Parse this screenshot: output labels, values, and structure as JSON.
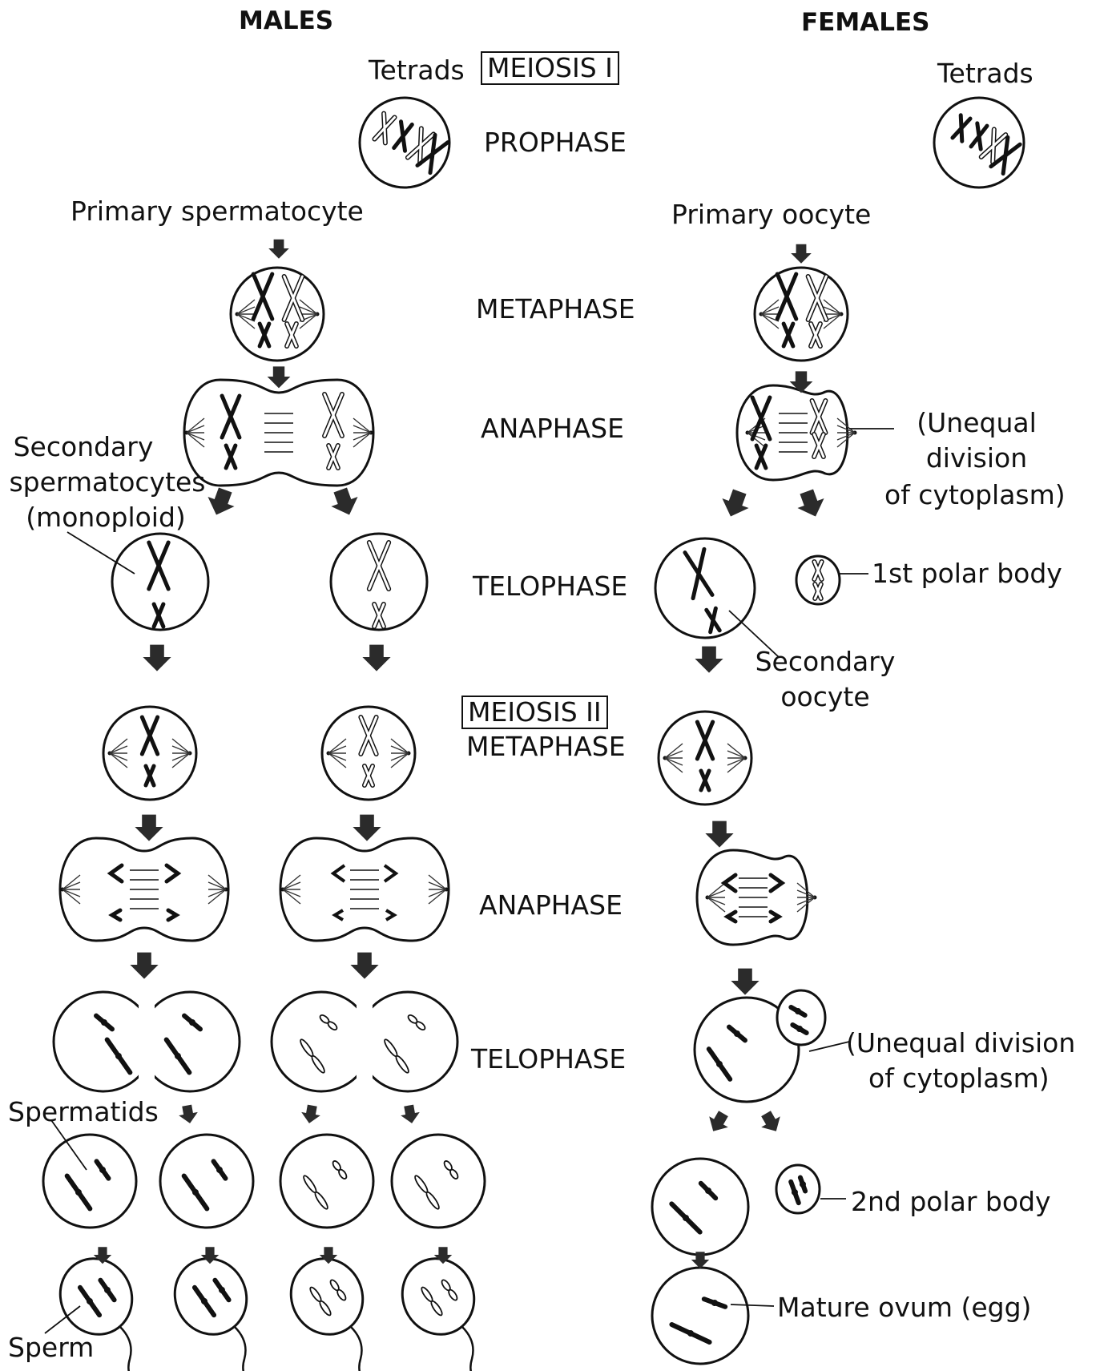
{
  "headers": {
    "males": "MALES",
    "females": "FEMALES"
  },
  "sections": {
    "meiosis1": "MEIOSIS I",
    "meiosis2": "MEIOSIS II"
  },
  "stages": {
    "prophase": "PROPHASE",
    "metaphase1": "METAPHASE",
    "anaphase1": "ANAPHASE",
    "telophase1": "TELOPHASE",
    "metaphase2": "METAPHASE",
    "anaphase2": "ANAPHASE",
    "telophase2": "TELOPHASE"
  },
  "male_labels": {
    "tetrads": "Tetrads",
    "primary": "Primary spermatocyte",
    "secondary_1": "Secondary",
    "secondary_2": "spermatocytes",
    "secondary_3": "(monoploid)",
    "spermatids": "Spermatids",
    "sperm": "Sperm"
  },
  "female_labels": {
    "tetrads": "Tetrads",
    "primary": "Primary oocyte",
    "unequal1_1": "(Unequal",
    "unequal1_2": "division",
    "unequal1_3": "of cytoplasm)",
    "polar1": "1st polar body",
    "secondary_1": "Secondary",
    "secondary_2": "oocyte",
    "unequal2_1": "(Unequal division",
    "unequal2_2": "of cytoplasm)",
    "polar2": "2nd polar body",
    "ovum": "Mature ovum (egg)"
  },
  "colors": {
    "ink": "#111111",
    "arrow": "#2b2b2b",
    "background": "#ffffff"
  }
}
